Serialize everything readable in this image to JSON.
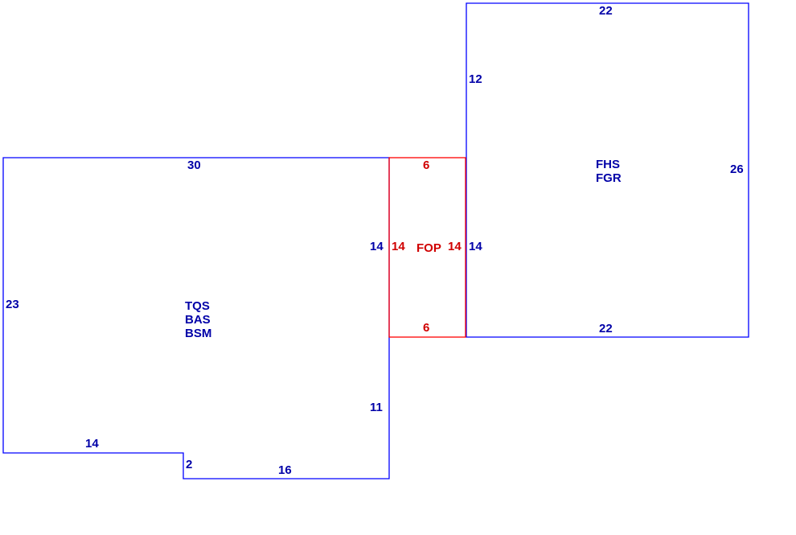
{
  "colors": {
    "living": "#0000ff",
    "living_text": "#0000a8",
    "porch": "#ff0000",
    "porch_text": "#d00000",
    "background": "#ffffff"
  },
  "main_area": {
    "codes": [
      "TQS",
      "BAS",
      "BSM"
    ],
    "dims": {
      "top": "30",
      "left": "23",
      "right_upper": "14",
      "right_lower": "11",
      "bottom_left": "14",
      "step": "2",
      "bottom_right": "16"
    }
  },
  "porch": {
    "code": "FOP",
    "dims": {
      "top": "6",
      "bottom": "6",
      "left": "14",
      "right": "14"
    }
  },
  "upper_area": {
    "codes": [
      "FHS",
      "FGR"
    ],
    "dims": {
      "top": "22",
      "left_upper": "12",
      "left_lower": "14",
      "right": "26",
      "bottom": "22"
    }
  }
}
